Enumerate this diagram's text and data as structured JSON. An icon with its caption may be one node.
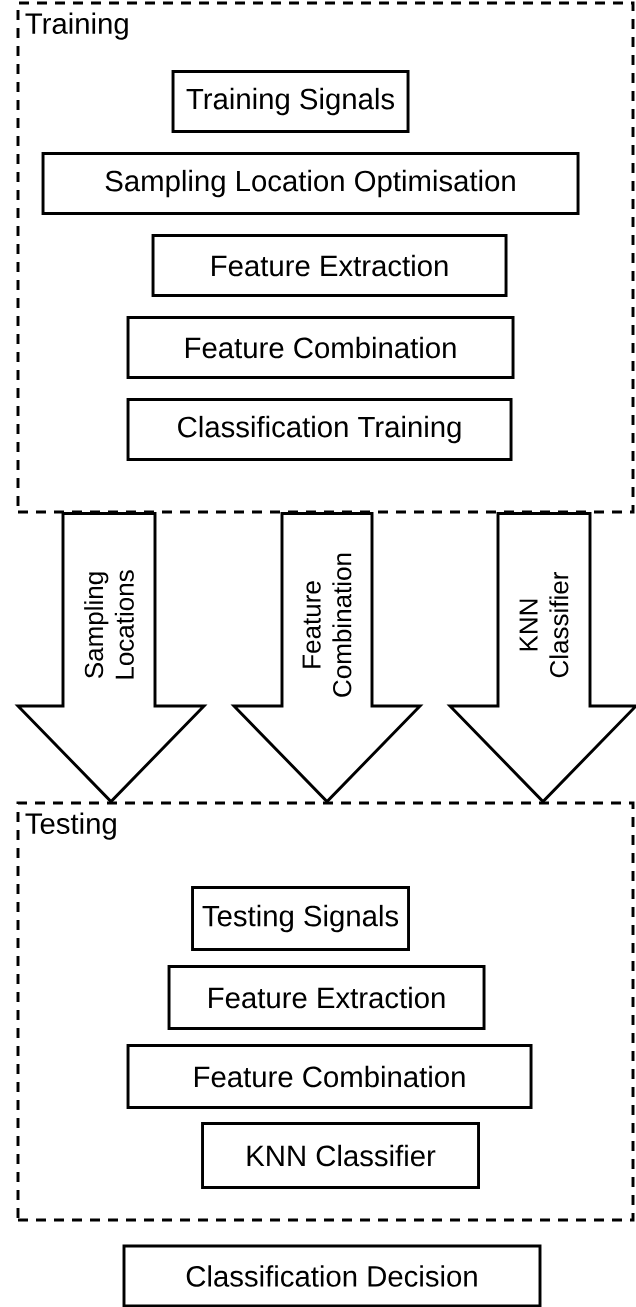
{
  "diagram": {
    "nodes": [
      {
        "text": [
          "Training"
        ]
      },
      {
        "text": [
          "Training Signals"
        ],
        "in": 0
      },
      {
        "text": [
          "Sampling Location Optimisation"
        ],
        "in": 0
      },
      {
        "text": [
          "Feature Extraction"
        ],
        "in": 0
      },
      {
        "text": [
          "Feature Combination"
        ],
        "in": 0
      },
      {
        "text": [
          "Classification Training"
        ],
        "in": 0
      },
      {
        "text": [
          "Testing"
        ]
      },
      {
        "text": [
          "Testing Signals"
        ],
        "in": 6
      },
      {
        "text": [
          "Feature Extraction"
        ],
        "in": 6
      },
      {
        "text": [
          "Feature Combination"
        ],
        "in": 6
      },
      {
        "text": [
          "KNN Classifier"
        ],
        "in": 6
      },
      {
        "text": [
          "Classification Decision"
        ]
      }
    ],
    "edges": [
      {
        "from": 0,
        "to": 6,
        "arrow": "to",
        "label": "Sampling Locations"
      },
      {
        "from": 0,
        "to": 6,
        "arrow": "to",
        "label": "Feature Combination"
      },
      {
        "from": 0,
        "to": 6,
        "arrow": "to",
        "label": "KNN Classifier"
      }
    ]
  }
}
